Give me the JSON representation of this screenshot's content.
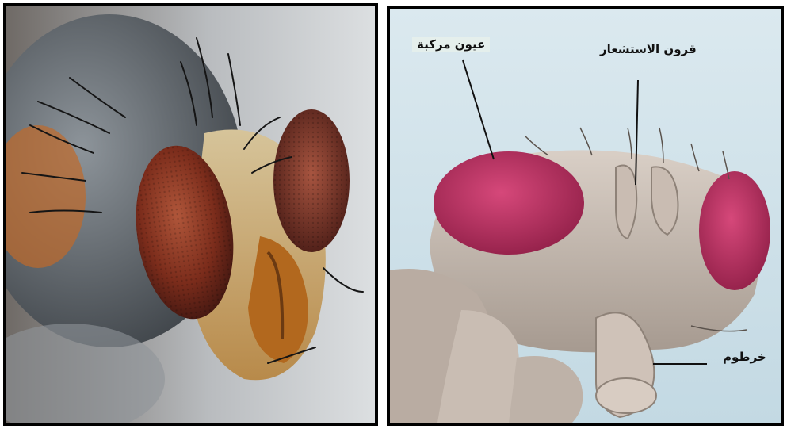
{
  "labels": {
    "compound_eyes": "عيون مركبة",
    "antennae": "قرون الاستشعار",
    "proboscis": "خرطوم"
  },
  "colors": {
    "frame": "#000000",
    "eye_photo": "#8a3a22",
    "eye_diagram": "#b8305e",
    "diagram_background": "#cfe3ec"
  }
}
